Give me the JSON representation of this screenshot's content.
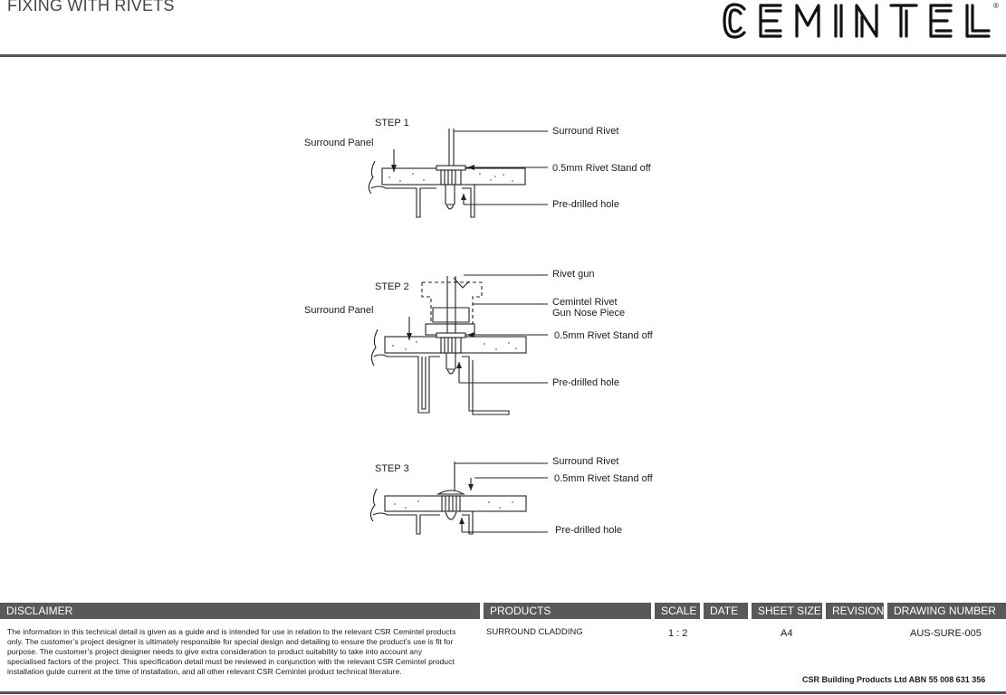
{
  "header": {
    "title": "FIXING WITH RIVETS",
    "brand": "CEMINTEL",
    "registered_mark": "®"
  },
  "steps": [
    {
      "label": "STEP 1",
      "panel_label": "Surround Panel",
      "callouts": [
        "Surround Rivet",
        "0.5mm Rivet Stand off",
        "Pre-drilled hole"
      ]
    },
    {
      "label": "STEP 2",
      "panel_label": "Surround Panel",
      "callouts": [
        "Rivet gun",
        "Cemintel Rivet",
        "Gun Nose Piece",
        "0.5mm Rivet Stand off",
        "Pre-drilled hole"
      ]
    },
    {
      "label": "STEP 3",
      "callouts": [
        "Surround Rivet",
        "0.5mm Rivet Stand off",
        "Pre-drilled hole"
      ]
    }
  ],
  "title_block": {
    "headers": {
      "disclaimer": "DISCLAIMER",
      "products": "PRODUCTS",
      "scale": "SCALE",
      "date": "DATE",
      "sheet_size": "SHEET SIZE",
      "revision": "REVISION",
      "drawing_number": "DRAWING NUMBER"
    },
    "disclaimer_text": "The information in this technical detail is given as a guide and is intended for use in relation to the relevant CSR Cemintel products only. The customer’s project designer is ultimately responsible for special design and detailing to ensure the product’s use is fit for purpose. The customer’s project designer needs to give extra consideration to product suitability to take into account any specialised factors of the project. This specification detail must be reviewed in conjunction with the relevant CSR Cemintel product installation guide current at the time of installation, and all other relevant CSR Cemintel product technical literature.",
    "products": "SURROUND CLADDING",
    "scale": "1 : 2",
    "date": "",
    "sheet_size": "A4",
    "revision": "",
    "drawing_number": "AUS-SURE-005",
    "company": "CSR Building Products Ltd ABN  55 008 631 356"
  }
}
